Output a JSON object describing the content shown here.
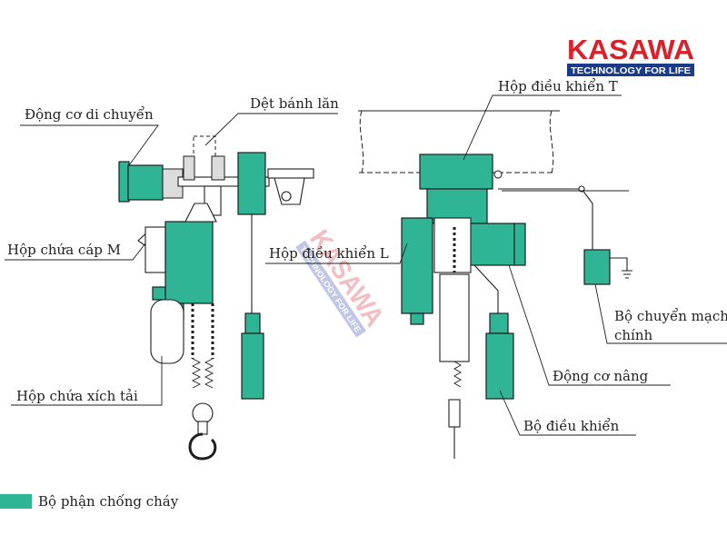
{
  "brand": {
    "name": "KASAWA",
    "tagline": "TECHNOLOGY FOR LIFE",
    "name_color": "#d9212b",
    "tagline_bg": "#1a3a8c"
  },
  "watermark": {
    "name": "KASAWA",
    "tagline": "TECHNOLOGY FOR LIFE"
  },
  "labels": {
    "travel_motor": "Động cơ di chuyển",
    "roller_gear": "Dệt bánh lăn",
    "cable_box_m": "Hộp chứa cáp M",
    "chain_box": "Hộp chứa xích tải",
    "control_box_t": "Hộp điều khiển T",
    "control_box_l": "Hộp điều khiển L",
    "main_switch_line1": "Bộ chuyển mạch",
    "main_switch_line2": "chính",
    "hoist_motor": "Động cơ nâng",
    "controller": "Bộ điều khiển"
  },
  "legend": {
    "label": "Bộ phận chống cháy",
    "color": "#2fb596"
  },
  "colors": {
    "flameproof": "#2fb596",
    "outline": "#1e1e1e"
  }
}
